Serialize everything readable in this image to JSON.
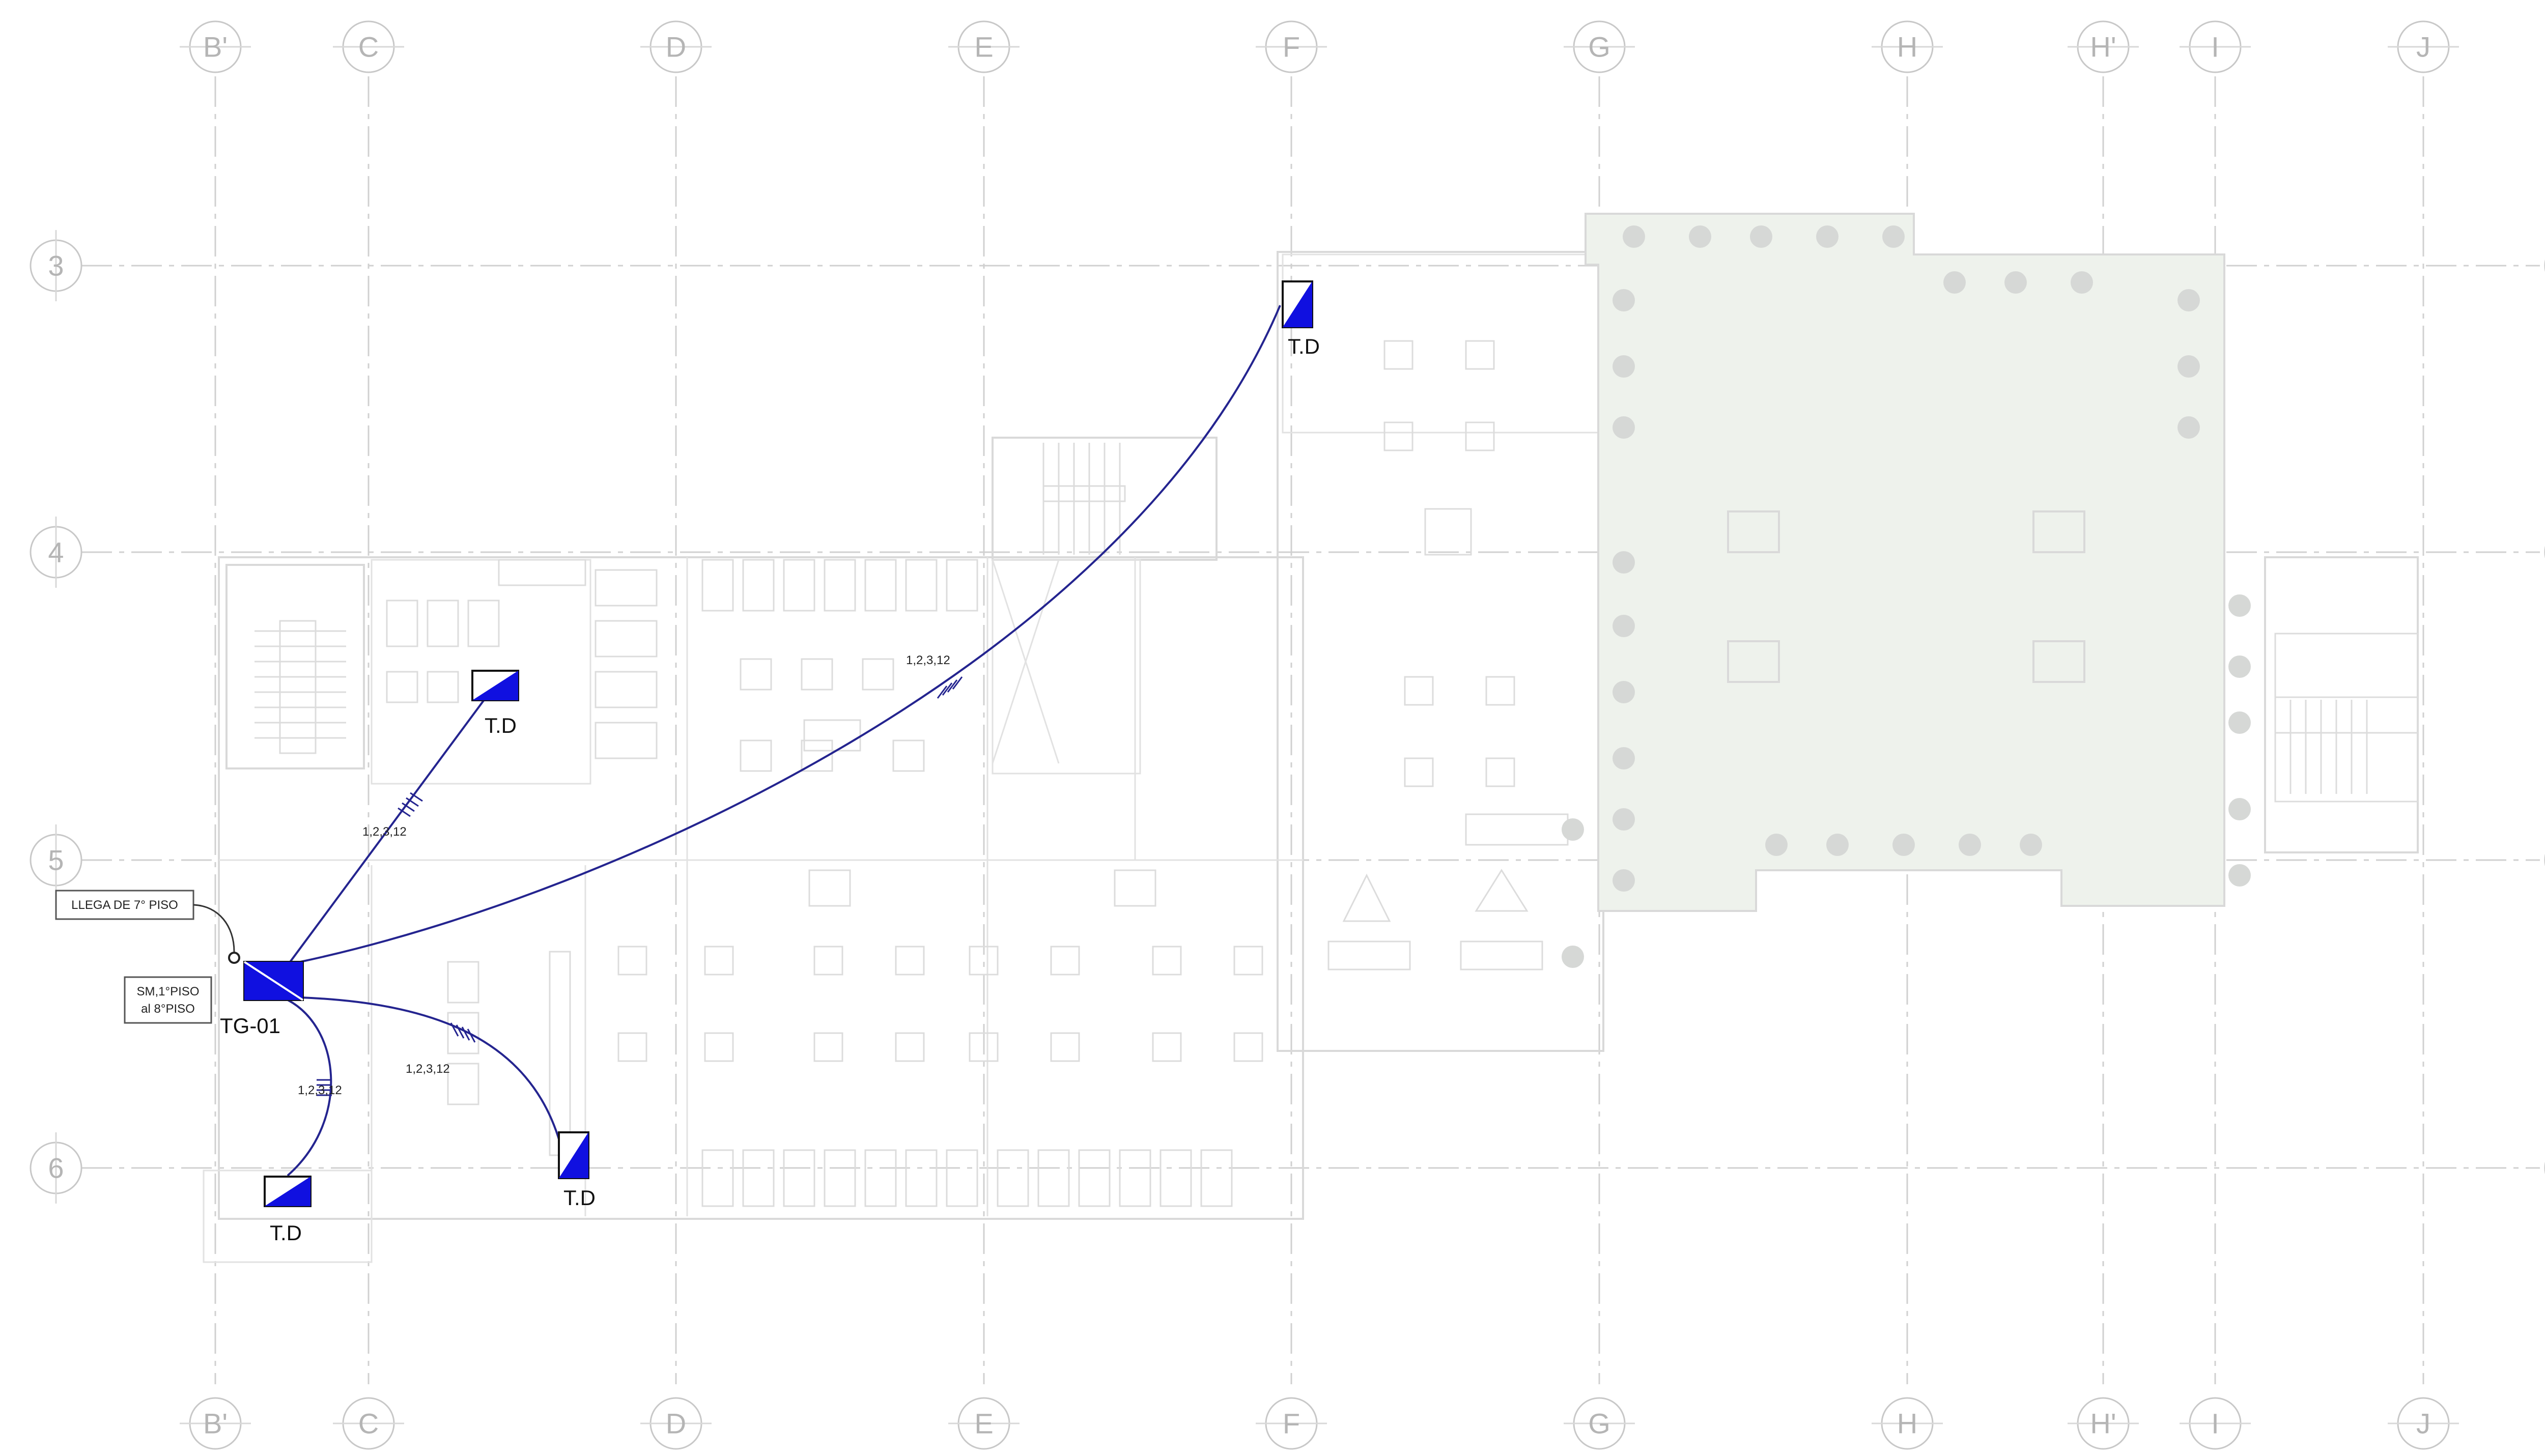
{
  "grid": {
    "columns": [
      "B'",
      "C",
      "D",
      "E",
      "F",
      "G",
      "H",
      "H'",
      "I",
      "J"
    ],
    "rows": [
      "3",
      "4",
      "5",
      "6"
    ]
  },
  "panels": {
    "main": "TG-01",
    "distribution": [
      "T.D",
      "T.D",
      "T.D",
      "T.D"
    ]
  },
  "circuits": [
    "1,2,3,12",
    "1,2,3,12",
    "1,2,3,12",
    "1,2,3,12"
  ],
  "notes": {
    "arrival": "LLEGA DE 7° PISO",
    "riser_line1": "SM,1°PISO",
    "riser_line2": "al 8°PISO"
  },
  "colors": {
    "panel_fill": "#1010e0",
    "feeder": "#24248f",
    "grid": "#d0d0d0",
    "garden": "#eef2ec"
  }
}
